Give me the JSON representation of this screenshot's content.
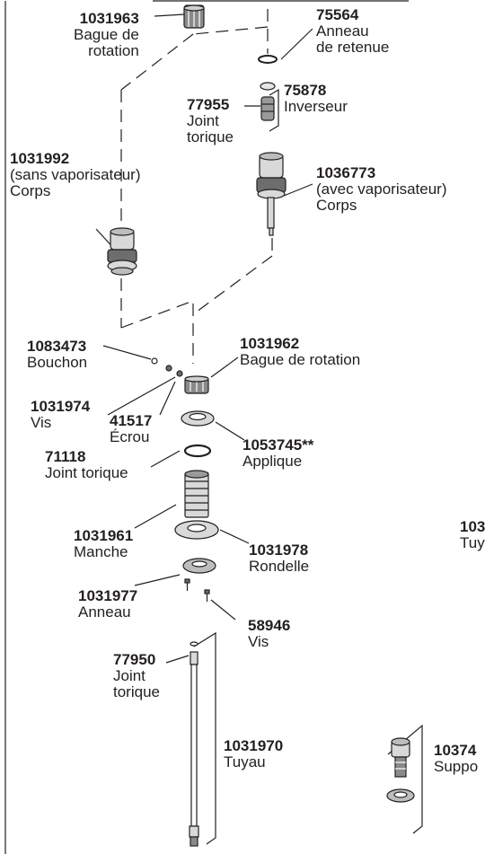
{
  "callouts": {
    "c1031963": {
      "number": "1031963",
      "name_line1": "Bague de",
      "name_line2": "rotation"
    },
    "c75564": {
      "number": "75564",
      "name_line1": "Anneau",
      "name_line2": "de retenue"
    },
    "c77955": {
      "number": "77955",
      "name_line1": "Joint",
      "name_line2": "torique"
    },
    "c75878": {
      "number": "75878",
      "name_line1": "Inverseur"
    },
    "c1031992": {
      "number": "1031992",
      "name_line1": "(sans vaporisateur)",
      "name_line2": "Corps"
    },
    "c1036773": {
      "number": "1036773",
      "name_line1": "(avec vaporisateur)",
      "name_line2": "Corps"
    },
    "c1083473": {
      "number": "1083473",
      "name_line1": "Bouchon"
    },
    "c1031962": {
      "number": "1031962",
      "name_line1": "Bague de rotation"
    },
    "c1031974": {
      "number": "1031974",
      "name_line1": "Vis"
    },
    "c41517": {
      "number": "41517",
      "name_line1": "Écrou"
    },
    "c71118": {
      "number": "71118",
      "name_line1": "Joint torique"
    },
    "c1053745": {
      "number": "1053745**",
      "name_line1": "Applique"
    },
    "c1031961": {
      "number": "1031961",
      "name_line1": "Manche"
    },
    "c1031978": {
      "number": "1031978",
      "name_line1": "Rondelle"
    },
    "c1031977": {
      "number": "1031977",
      "name_line1": "Anneau"
    },
    "c58946": {
      "number": "58946",
      "name_line1": "Vis"
    },
    "c77950": {
      "number": "77950",
      "name_line1": "Joint",
      "name_line2": "torique"
    },
    "c1031970": {
      "number": "1031970",
      "name_line1": "Tuyau"
    },
    "c103_partial": {
      "number": "103",
      "name_line1": "Tuy"
    },
    "c10374_partial": {
      "number": "10374",
      "name_line1": "Suppo"
    }
  },
  "colors": {
    "line": "#231f20",
    "part_fill": "#d9d9d9",
    "part_dark": "#6d6d6d"
  }
}
